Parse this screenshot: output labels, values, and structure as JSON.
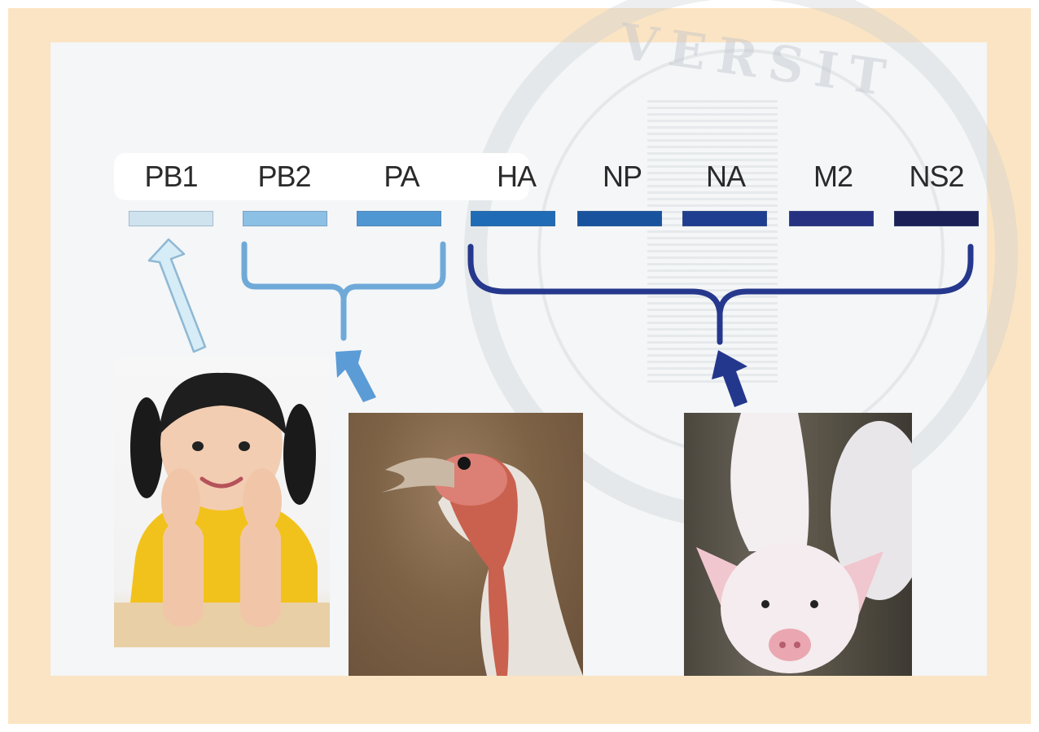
{
  "segments": [
    {
      "label": "PB1",
      "color": "#cfe3ef"
    },
    {
      "label": "PB2",
      "color": "#8cc0e4"
    },
    {
      "label": "PA",
      "color": "#4f97d2"
    },
    {
      "label": "HA",
      "color": "#1f6bb5"
    },
    {
      "label": "NP",
      "color": "#19539d"
    },
    {
      "label": "NA",
      "color": "#1f3e8f"
    },
    {
      "label": "M2",
      "color": "#273181"
    },
    {
      "label": "NS2",
      "color": "#1b2056"
    }
  ],
  "sources": [
    {
      "name": "human",
      "arrow_color": "#d6ecf6",
      "segments": [
        "PB1"
      ]
    },
    {
      "name": "avian",
      "arrow_color": "#5b9bd6",
      "segments": [
        "PB2",
        "PA"
      ]
    },
    {
      "name": "swine",
      "arrow_color": "#23378d",
      "segments": [
        "HA",
        "NP",
        "NA",
        "M2",
        "NS2"
      ]
    }
  ],
  "colors": {
    "frame": "#fbe4c3",
    "panel": "#f4f6f7"
  }
}
